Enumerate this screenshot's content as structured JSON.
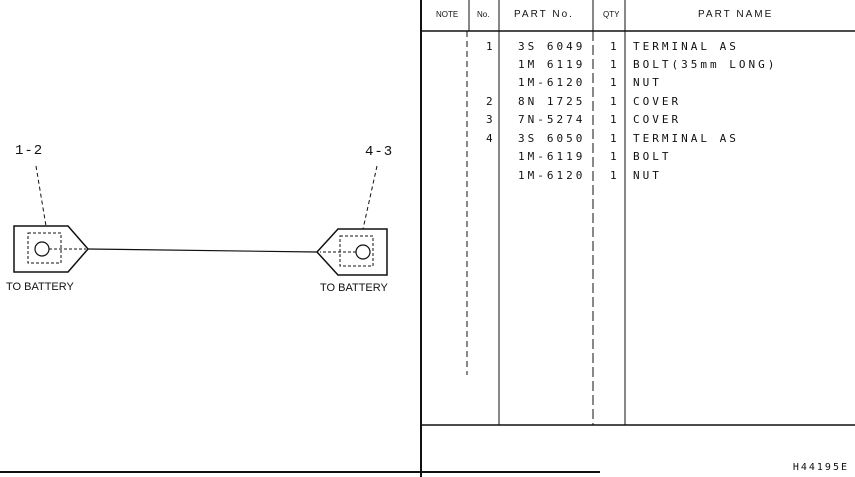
{
  "diagram": {
    "callout_left": "1-2",
    "callout_right": "4-3",
    "caption_left": "TO BATTERY",
    "caption_right": "TO BATTERY"
  },
  "table": {
    "headers": {
      "note": "NOTE",
      "no": "No.",
      "part_no": "PART No.",
      "qty": "QTY",
      "part_name": "PART NAME"
    },
    "rows": [
      {
        "no": "1",
        "part_no": "3S 6049",
        "qty": "1",
        "name": "TERMINAL AS"
      },
      {
        "no": "",
        "part_no": "1M 6119",
        "qty": "1",
        "name": " BOLT(35mm LONG)"
      },
      {
        "no": "",
        "part_no": "1M-6120",
        "qty": "1",
        "name": " NUT"
      },
      {
        "no": "2",
        "part_no": "8N 1725",
        "qty": "1",
        "name": "COVER"
      },
      {
        "no": "3",
        "part_no": "7N-5274",
        "qty": "1",
        "name": "COVER"
      },
      {
        "no": "4",
        "part_no": "3S 6050",
        "qty": "1",
        "name": "TERMINAL AS"
      },
      {
        "no": "",
        "part_no": "1M-6119",
        "qty": "1",
        "name": " BOLT"
      },
      {
        "no": "",
        "part_no": "1M-6120",
        "qty": "1",
        "name": " NUT"
      }
    ]
  },
  "reference": "H44195E"
}
